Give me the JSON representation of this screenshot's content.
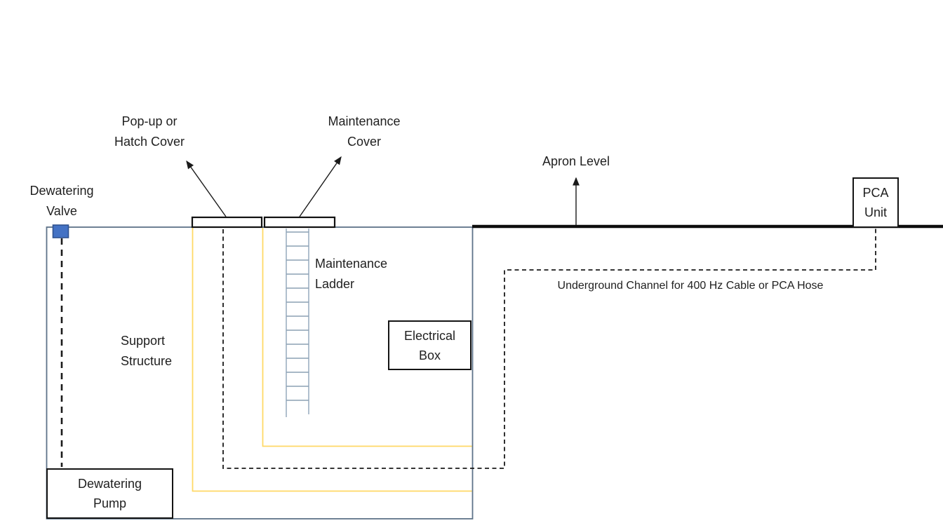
{
  "labels": {
    "popup_hatch_cover": "Pop-up or\nHatch Cover",
    "maintenance_cover": "Maintenance\nCover",
    "apron_level": "Apron Level",
    "dewatering_valve": "Dewatering\nValve",
    "maintenance_ladder": "Maintenance\nLadder",
    "support_structure": "Support\nStructure",
    "underground_channel": "Underground Channel for 400 Hz Cable or PCA Hose"
  },
  "boxes": {
    "electrical_box": "Electrical\nBox",
    "dewatering_pump": "Dewatering\nPump",
    "pca_unit": "PCA\nUnit"
  },
  "colors": {
    "pit_outline": "#5E7389",
    "support_structure_line": "#FFD966",
    "valve_fill": "#4472C4",
    "valve_border": "#2F528F",
    "ladder_rail": "#9DAFC2",
    "ladder_rung": "#8CA0B4",
    "diagram_black": "#1A1A1A",
    "apron_line": "#0D0D0D"
  }
}
